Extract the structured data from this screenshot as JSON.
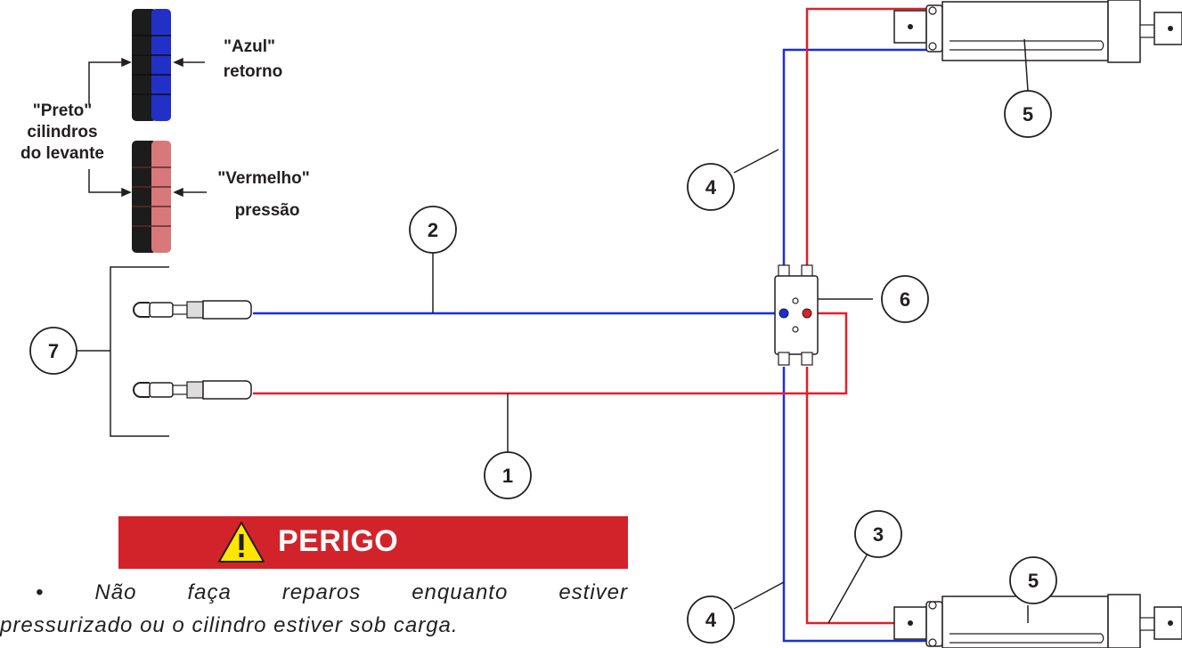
{
  "colors": {
    "blue_line": "#1a2fd6",
    "red_line": "#e0202a",
    "warning_red": "#d3232a",
    "handle_blue": "#2230c8",
    "handle_red": "#d9787a",
    "handle_black": "#1c1c1c",
    "ink": "#231f20"
  },
  "legend": {
    "blue_handle": {
      "color_name": "\"Azul\"",
      "meaning": "retorno"
    },
    "black_handle": {
      "color_name": "\"Preto\"",
      "meaning_line1": "cilindros",
      "meaning_line2": "do levante"
    },
    "red_handle": {
      "color_name": "\"Vermelho\"",
      "meaning": "pressão"
    }
  },
  "callouts": {
    "c1": "1",
    "c2": "2",
    "c3": "3",
    "c4_top": "4",
    "c4_bottom": "4",
    "c5_top": "5",
    "c5_bottom": "5",
    "c6": "6",
    "c7": "7"
  },
  "warning": {
    "title": "PERIGO",
    "icon": "warning-triangle-icon",
    "line1": "• Não faça reparos enquanto estiver",
    "line2": "pressurizado ou o cilindro estiver sob carga."
  }
}
